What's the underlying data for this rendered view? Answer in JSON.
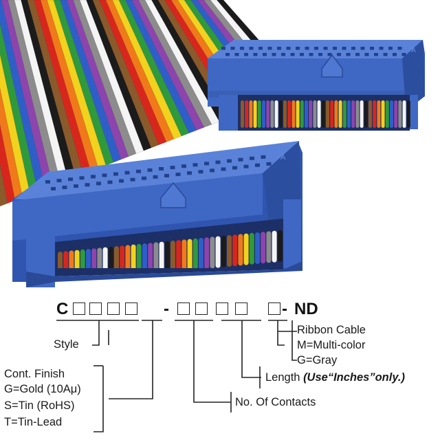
{
  "part_number": {
    "prefix": "C",
    "dash1": "-",
    "dash2": "-",
    "suffix": "ND"
  },
  "legend": {
    "ribbon_cable": "Ribbon Cable",
    "multi_color": "M=Multi-color",
    "gray": "G=Gray",
    "length_label": "Length",
    "length_note": "(Use“Inches”only.)",
    "contacts": "No. Of Contacts",
    "style": "Style",
    "finish_title": "Cont. Finish",
    "finish_gold": "G=Gold (10Aμ)",
    "finish_tin": "S=Tin (RoHS)",
    "finish_tinlead": "T=Tin-Lead"
  },
  "colors": {
    "connector": "#3f67c4",
    "connector_dark": "#2c4e9f",
    "wire_palette": [
      "#8a5a2b",
      "#d9261c",
      "#f07a1a",
      "#f2d21c",
      "#2f9a3c",
      "#2e5fc9",
      "#8e44ad",
      "#8c8c8c",
      "#f4f4f4",
      "#1b1b1b"
    ]
  }
}
